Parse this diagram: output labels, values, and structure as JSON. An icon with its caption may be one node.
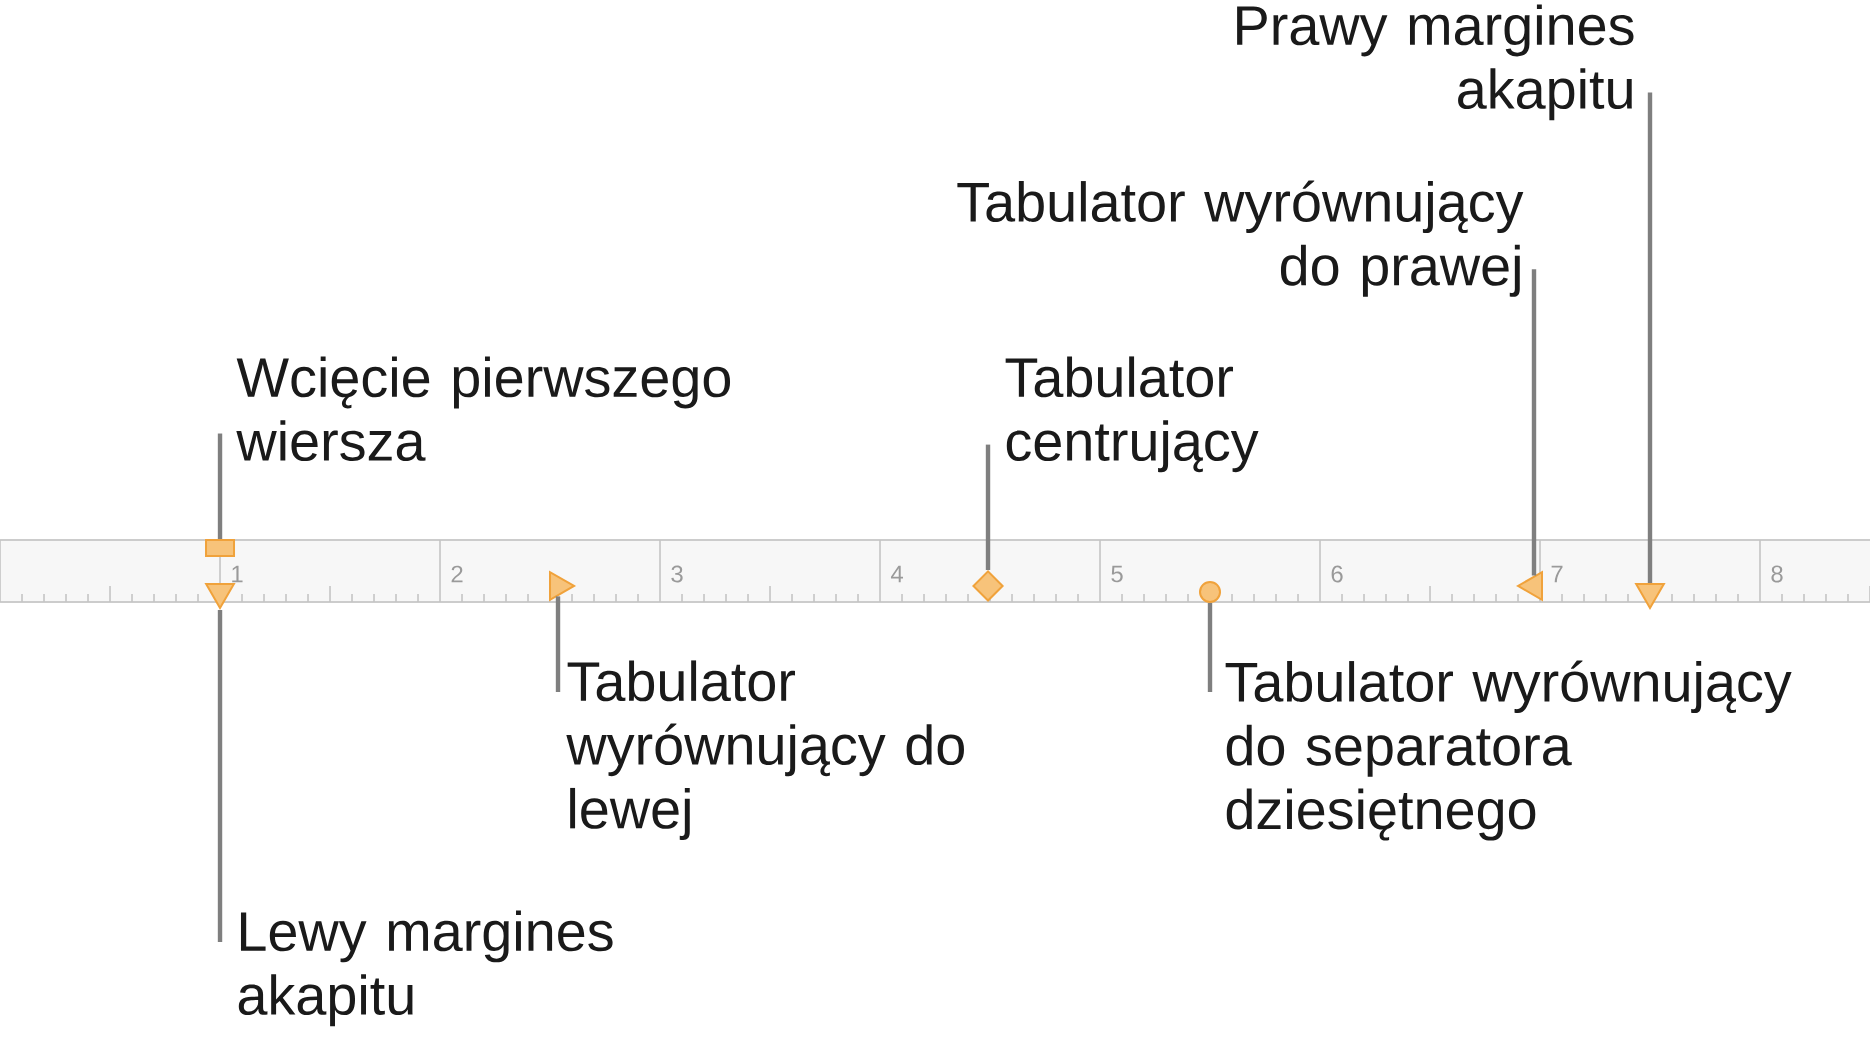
{
  "diagram": {
    "nodes": [
      {
        "text": [
          "Prawy margines akapitu"
        ]
      },
      {
        "text": [
          "Tabulator wyrównujący do prawej"
        ]
      },
      {
        "text": [
          "Wcięcie pierwszego wiersza"
        ]
      },
      {
        "text": [
          "Tabulator centrujący"
        ]
      },
      {
        "text": [
          "Tabulator wyrównujący do lewej"
        ]
      },
      {
        "text": [
          "Tabulator wyrównujący do separatora dziesiętnego"
        ]
      },
      {
        "text": [
          "Lewy margines akapitu"
        ]
      },
      {
        "text": [],
        "shape": "box"
      },
      {
        "text": [],
        "shape": "triangle"
      },
      {
        "text": [],
        "shape": "triangle"
      },
      {
        "text": [],
        "shape": "diamond"
      },
      {
        "text": [],
        "shape": "circle"
      },
      {
        "text": [],
        "shape": "triangle"
      },
      {
        "text": [],
        "shape": "triangle"
      }
    ],
    "edges": [
      {
        "from": 2,
        "to": 7,
        "arrow": "none"
      },
      {
        "from": 6,
        "to": 8,
        "arrow": "none"
      },
      {
        "from": 4,
        "to": 9,
        "arrow": "none"
      },
      {
        "from": 3,
        "to": 10,
        "arrow": "none"
      },
      {
        "from": 5,
        "to": 11,
        "arrow": "none"
      },
      {
        "from": 1,
        "to": 12,
        "arrow": "none"
      },
      {
        "from": 0,
        "to": 13,
        "arrow": "none"
      }
    ],
    "labels": [
      "1",
      "2",
      "3",
      "4",
      "5",
      "6",
      "7",
      "8"
    ]
  }
}
